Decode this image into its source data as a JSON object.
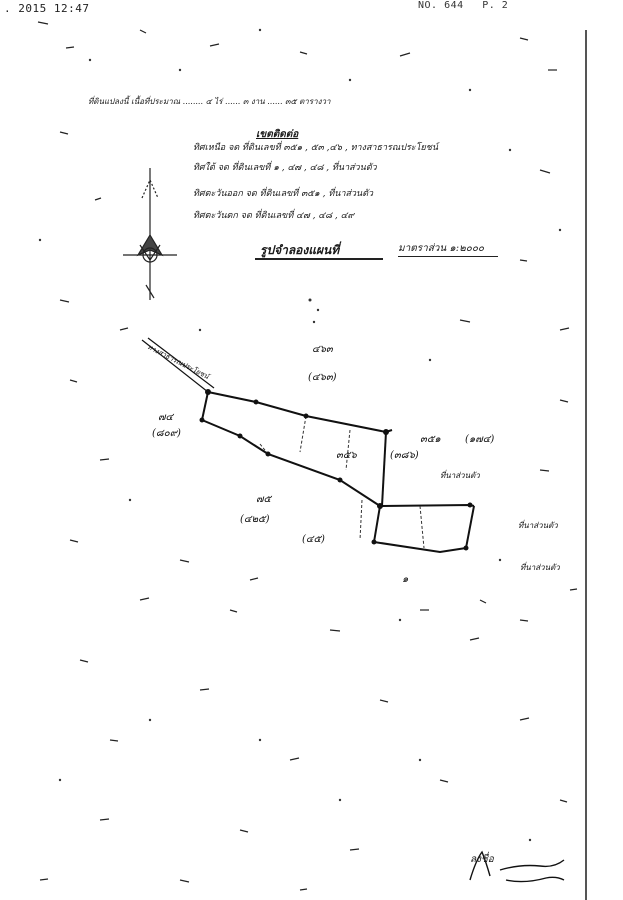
{
  "fax": {
    "time": ". 2015 12:47",
    "number": "NO. 644",
    "page": "P. 2"
  },
  "header": {
    "title_line": "ที่ดินแปลงนี้ เนื้อที่ประมาณ ........ ๔ ไร่ ...... ๓ งาน ...... ๓๕ ตารางวา"
  },
  "boundaries": {
    "title": "เขตติดต่อ",
    "north": "ทิศเหนือ  จด ที่ดินเลขที่ ๓๕๑ , ๕๓ ,๔๖ , ทางสาธารณประโยชน์",
    "south": "ทิศใต้  จด ที่ดินเลขที่ ๑ , ๔๗ , ๔๘ , ที่นาส่วนตัว",
    "east": "ทิศตะวันออก  จด ที่ดินเลขที่ ๓๕๑ , ที่นาส่วนตัว",
    "west": "ทิศตะวันตก  จด ที่ดินเลขที่ ๔๗ , ๔๘ , ๔๙"
  },
  "map": {
    "title": "รูปจำลองแผนที่",
    "scale": "มาตราส่วน ๑:๒๐๐๐",
    "road_label": "ทางสาธารณประโยชน์"
  },
  "plot_labels": {
    "north_parcel": "๔๖๓",
    "north_parcel_code": "(๔๖๓)",
    "ne_parcel": "๓๕๑",
    "ne_parcel_code": "(๑๗๔)",
    "center_parcel": "๓๕๖",
    "center_parcel_code": "(๓๘๖)",
    "west_parcel": "๗๔",
    "west_parcel_code": "(๘๐๙)",
    "sw_parcel": "๗๕",
    "sw_parcel_code": "(๔๒๕)",
    "s_parcel_code": "(๔๕)",
    "south_parcel": "๑",
    "east_label_1": "ที่นาส่วนตัว",
    "east_label_2": "ที่นาส่วนตัว",
    "center_note": "ที่นาส่วนตัว"
  },
  "signature": {
    "text": "ลงชื่อ"
  }
}
